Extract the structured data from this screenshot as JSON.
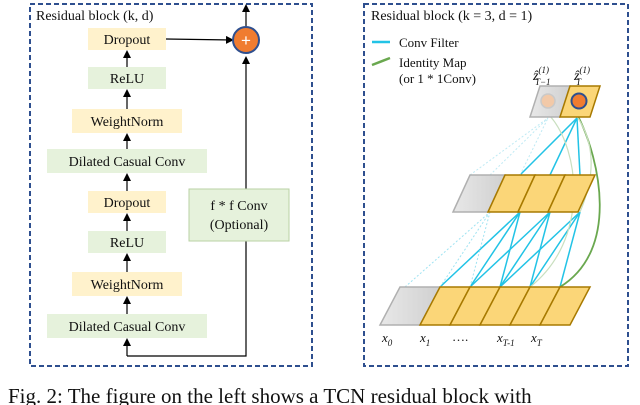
{
  "left_panel": {
    "title": "Residual block (k, d)",
    "layers": {
      "dropout_top": "Dropout",
      "relu_top": "ReLU",
      "weightnorm_top": "WeightNorm",
      "dilated_top": "Dilated Casual Conv",
      "dropout_bottom": "Dropout",
      "relu_bottom": "ReLU",
      "weightnorm_bottom": "WeightNorm",
      "dilated_bottom": "Dilated Casual Conv"
    },
    "skip_box": {
      "line1": "f * f Conv",
      "line2": "(Optional)"
    },
    "add_symbol": "+"
  },
  "right_panel": {
    "title": "Residual block (k = 3, d = 1)",
    "legend": {
      "conv_filter": "Conv Filter",
      "identity_map": "Identity Map",
      "identity_map_note": "(or 1 * 1Conv)"
    },
    "outputs": {
      "prev": "ẑ",
      "prev_sup": "(1)",
      "prev_sub": "T−1",
      "last": "ẑ",
      "last_sup": "(1)",
      "last_sub": "T"
    },
    "inputs": {
      "x0": "x",
      "x0_sub": "0",
      "x1": "x",
      "x1_sub": "1",
      "dots": "….",
      "xT1": "x",
      "xT1_sub": "T-1",
      "xT": "x",
      "xT_sub": "T"
    }
  },
  "caption": "Fig. 2: The figure on the left shows a TCN residual block with",
  "colors": {
    "panel_border": "#2e4f8f",
    "dropout_fill": "#fff2cc",
    "relu_fill": "#e6f2dc",
    "conv_fill": "#e6f2dc",
    "add_fill": "#f07c30",
    "cell_fill": "#fbd678",
    "cell_stroke": "#a87a00",
    "conv_filter_line": "#22c3e6",
    "identity_line": "#6aa84f"
  }
}
